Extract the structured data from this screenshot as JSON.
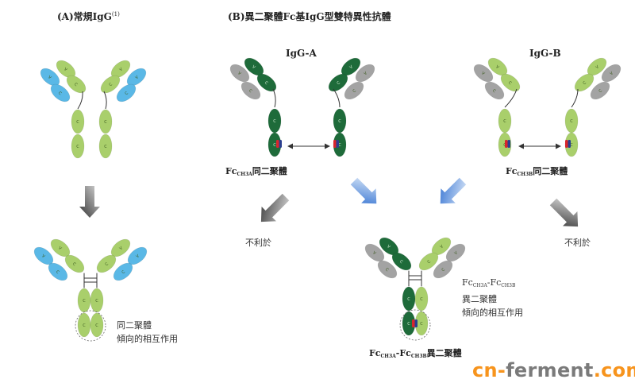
{
  "panel_a": {
    "heading": "(A)常規IgG",
    "heading_sup": "(1)",
    "note_line1": "同二聚體",
    "note_line2": "傾向的相互作用"
  },
  "panel_b": {
    "heading": "(B)異二聚體Fc基IgG型雙特異性抗體",
    "igg_a_title": "IgG-A",
    "igg_b_title": "IgG-B",
    "homo_a_prefix": "Fc",
    "homo_a_sub": "CH3A",
    "homo_a_suffix": "同二聚體",
    "homo_b_prefix": "Fc",
    "homo_b_sub": "CH3B",
    "homo_b_suffix": "同二聚體",
    "unfavorable_left": "不利於",
    "unfavorable_right": "不利於",
    "note_fc_a": "Fc",
    "note_fc_a_sub": "CH3A",
    "note_dash": "-Fc",
    "note_fc_b_sub": "CH3B",
    "note_line2": "異二聚體",
    "note_line3": "傾向的相互作用",
    "hetero_prefix": "Fc",
    "hetero_sub_a": "CH3A",
    "hetero_mid": "-Fc",
    "hetero_sub_b": "CH3B",
    "hetero_suffix": "異二聚體"
  },
  "domain_labels": {
    "vh": "V",
    "vl": "V",
    "ch1": "C",
    "cl": "C",
    "ch2": "C",
    "ch3": "C"
  },
  "colors": {
    "light_green": "#a9cf6b",
    "dark_green": "#1e6b3a",
    "light_blue": "#5ab8e6",
    "gray": "#a3a3a3",
    "red_knob": "#d8262c",
    "blue_hole": "#2b3f8f",
    "arrow_gray": "#555555",
    "arrow_blue": "#5b8fd6"
  },
  "watermark": {
    "part1": "cn-",
    "part2": "ferment",
    "part3": ".com"
  }
}
